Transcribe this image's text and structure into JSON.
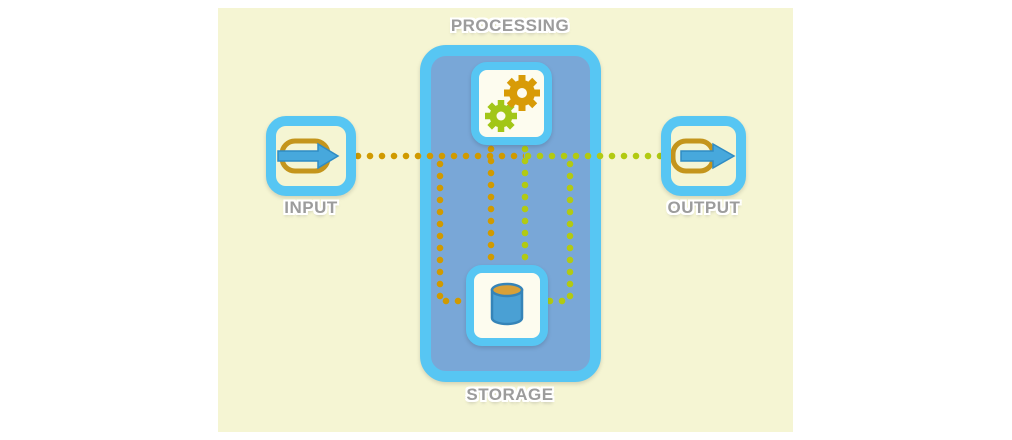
{
  "diagram": {
    "labels": {
      "processing": "PROCESSING",
      "input": "INPUT",
      "output": "OUTPUT",
      "storage": "STORAGE"
    },
    "icons": {
      "input": "arrow-right-in-rounded-rect-icon",
      "processing": "two-gears-icon",
      "storage": "database-cylinder-icon",
      "output": "arrow-right-out-rounded-rect-icon"
    },
    "flows": [
      {
        "from": "input",
        "to": "processing",
        "style": "dotted",
        "color": "orange"
      },
      {
        "from": "input",
        "to": "storage",
        "style": "dotted",
        "color": "orange"
      },
      {
        "from": "processing",
        "to": "storage",
        "style": "dotted",
        "color": "orange"
      },
      {
        "from": "storage",
        "to": "processing",
        "style": "dotted",
        "color": "green"
      },
      {
        "from": "storage",
        "to": "output",
        "style": "dotted",
        "color": "green"
      }
    ],
    "colors": {
      "canvas_bg": "#ffffff",
      "panel_bg": "#f5f5d3",
      "blue_border": "#57c6f3",
      "container_fill": "#79a7d7",
      "box_fill": "#fdfcef",
      "dot_orange": "#d09a00",
      "dot_green": "#b2ca12",
      "gear_green": "#a2c617",
      "gear_orange": "#d89b07",
      "gold": "#c4951c",
      "arrow_blue": "#47a8dc",
      "arrow_dark": "#2f8cc4",
      "db_blue": "#4aa0d4",
      "db_outline": "#3584b8",
      "db_top": "#d8a037",
      "label_gray": "#9c9c9c"
    }
  }
}
